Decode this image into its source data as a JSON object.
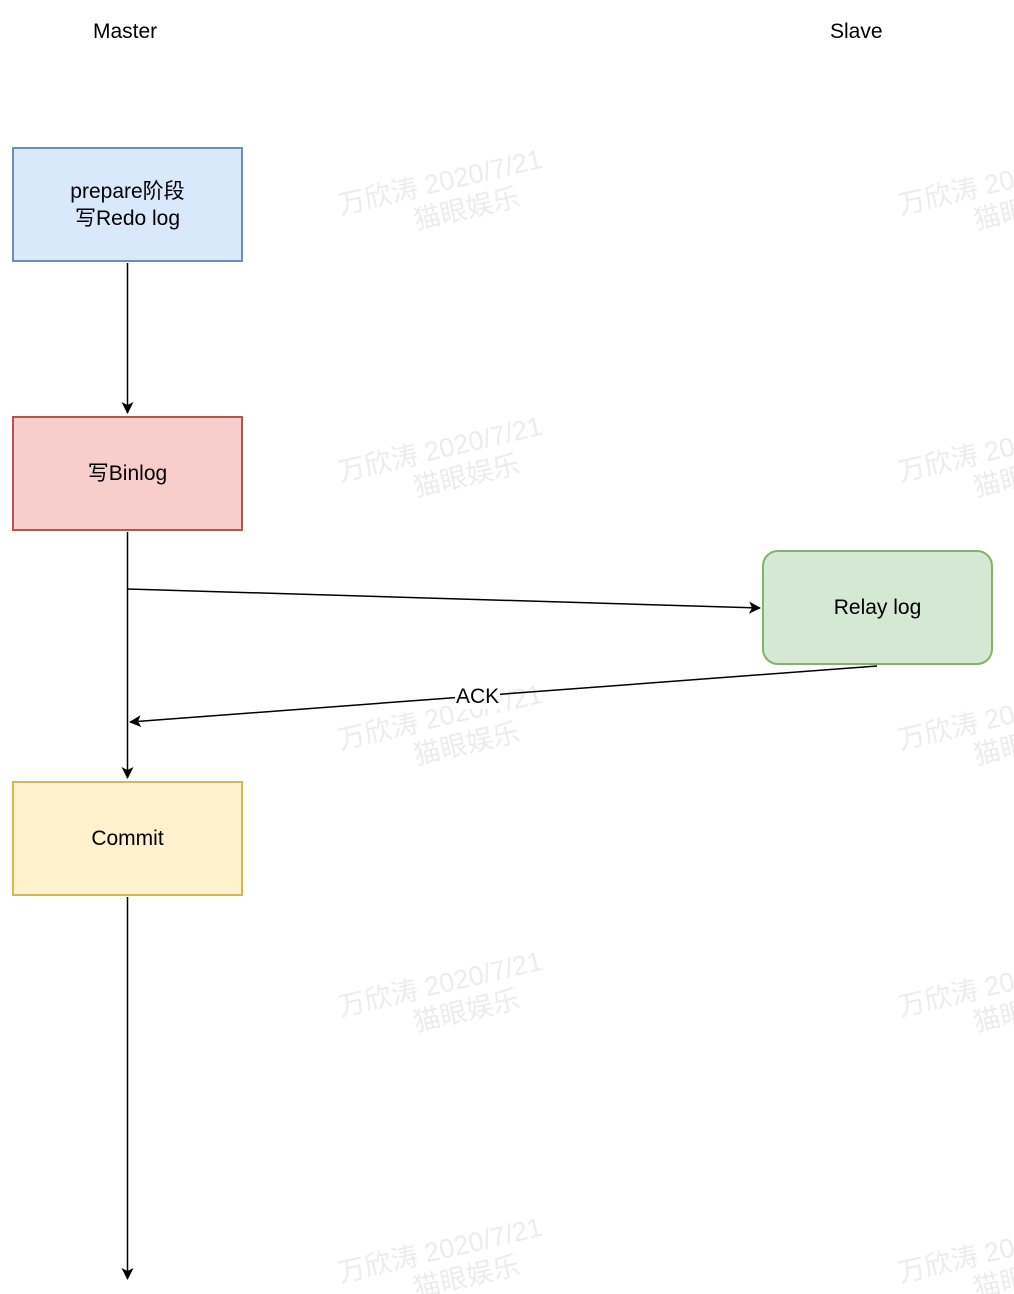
{
  "lanes": {
    "master": "Master",
    "slave": "Slave"
  },
  "nodes": {
    "prepare": {
      "line1": "prepare阶段",
      "line2": "写Redo log",
      "fill": "#dae8fc",
      "stroke": "#6c8ebf"
    },
    "binlog": {
      "label": "写Binlog",
      "fill": "#f8cecc",
      "stroke": "#b85450"
    },
    "relay": {
      "label": "Relay log",
      "fill": "#d5e8d4",
      "stroke": "#82b366"
    },
    "commit": {
      "label": "Commit",
      "fill": "#fff2cc",
      "stroke": "#d6b656"
    }
  },
  "edges": {
    "ack_label": "ACK"
  },
  "watermark": {
    "line1": "万欣涛 2020/7/21",
    "line2": "猫眼娱乐"
  }
}
